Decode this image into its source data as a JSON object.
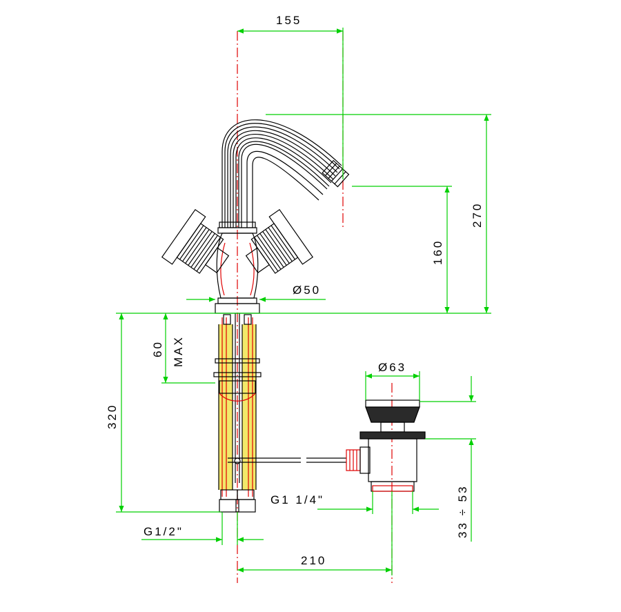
{
  "drawing": {
    "dimensions": {
      "spout_reach": "155",
      "total_height": "270",
      "outlet_height": "160",
      "body_diameter": "Ø50",
      "hose_length": "320",
      "max_deck": "60",
      "max_label": "MAX",
      "inlet_thread": "G1/2\"",
      "waste_diameter": "Ø63",
      "waste_thread": "G1 1/4\"",
      "waste_range": "33 ÷ 53",
      "waste_distance": "210"
    },
    "colors": {
      "dimension_lines": "#00d000",
      "centerline": "#e00000",
      "outline": "#000000",
      "hose_fill": "#f2e86a"
    }
  }
}
